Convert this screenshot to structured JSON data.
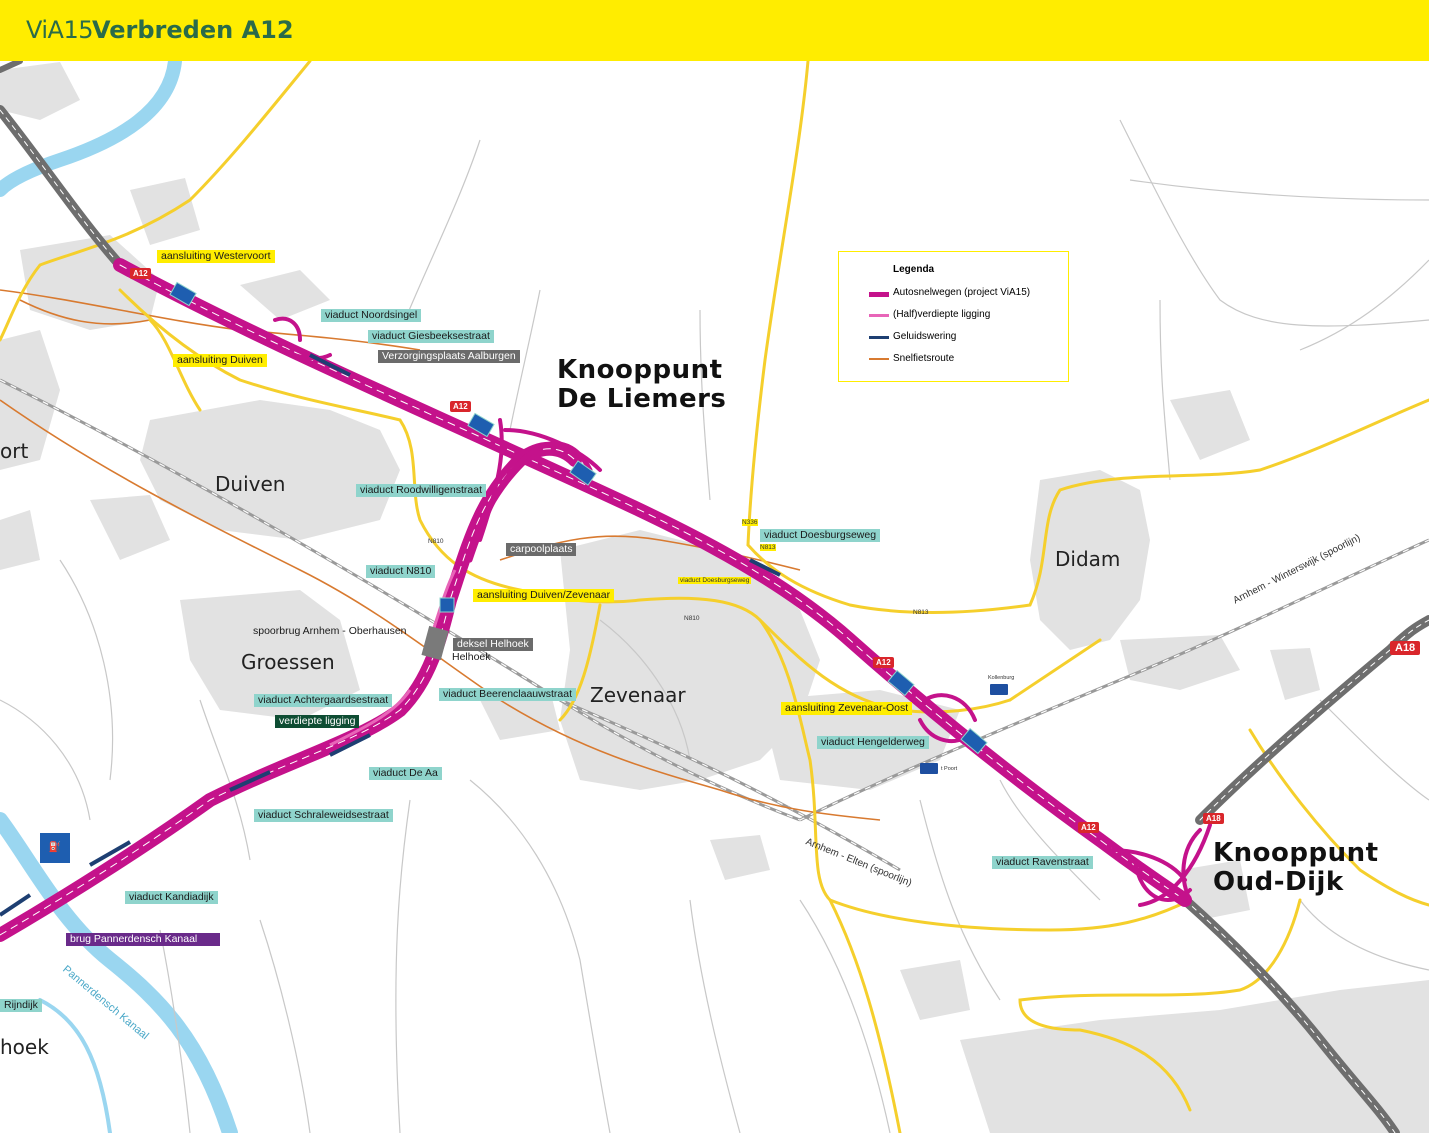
{
  "header": {
    "brand": "ViA15",
    "title": "Verbreden A12"
  },
  "colors": {
    "header": "#ffed00",
    "motorway_project": "#c4128b",
    "motorway_existing": "#707070",
    "regional_road": "#f5cf2c",
    "bike_route": "#d87a30",
    "noise_barrier": "#1e3f72",
    "urban_area": "#e0e0e0",
    "water": "#9ad6f0"
  },
  "legend": {
    "title": "Legenda",
    "items": [
      {
        "label": "Autosnelwegen (project ViA15)",
        "color": "#c4128b"
      },
      {
        "label": "(Half)verdiepte ligging",
        "color": "#e865b8"
      },
      {
        "label": "Geluidswering",
        "color": "#1e3f72"
      },
      {
        "label": "Snelfietsroute",
        "color": "#d87a30"
      }
    ]
  },
  "nodes": {
    "liemers_1": "Knooppunt",
    "liemers_2": "De Liemers",
    "ouddijk_1": "Knooppunt",
    "ouddijk_2": "Oud-Dijk"
  },
  "towns": {
    "duiven": "Duiven",
    "didam": "Didam",
    "zevenaar": "Zevenaar",
    "groessen": "Groessen",
    "westervoort_cut": "ort",
    "pannerden_cut": "hoek"
  },
  "labels": {
    "westervoort": "aansluiting Westervoort",
    "noordsingel": "viaduct  Noordsingel",
    "giesbeek": "viaduct Giesbeeksestraat",
    "aalburgen": "Verzorgingsplaats Aalburgen",
    "duiven_exit": "aansluiting Duiven",
    "roodwilligen": "viaduct Roodwilligenstraat",
    "carpool": "carpoolplaats",
    "n810": "viaduct N810",
    "duiven_zevenaar": "aansluiting Duiven/Zevenaar",
    "spoorbrug": "spoorbrug Arnhem - Oberhausen",
    "deksel": "deksel Helhoek",
    "helhoek": "Helhoek",
    "beerenclaauw": "viaduct Beerenclaauwstraat",
    "achtergaards": "viaduct Achtergaardsestraat",
    "verdiepte": "verdiepte ligging",
    "de_aa": "viaduct De Aa",
    "schraleweids": "viaduct Schraleweidsestraat",
    "kandiadijk": "viaduct Kandiadijk",
    "pannerdensch": "brug Pannerdensch Kanaal",
    "rijndijk": "Rijndijk",
    "doesburgseweg": "viaduct Doesburgseweg",
    "doesburgseweg_small": "viaduct Doesburgseweg",
    "zevenaar_oost": "aansluiting Zevenaar-Oost",
    "hengelderweg": "viaduct Hengelderweg",
    "ravenstraat": "viaduct Ravenstraat"
  },
  "shields": {
    "a12": "A12",
    "a18": "A18",
    "n336": "N336",
    "n813": "N813",
    "n810": "N810"
  },
  "rail_lines": {
    "winterswijk": "Arnhem - Winterswijk (spoorlijn)",
    "elten": "Arnhem - Elten (spoorlijn)"
  },
  "canal": "Pannerdensch Kanaal",
  "pois": {
    "kollenburg": "Kollenburg",
    "tpoort": "t Poort"
  },
  "service_icon": "service-station-icon"
}
